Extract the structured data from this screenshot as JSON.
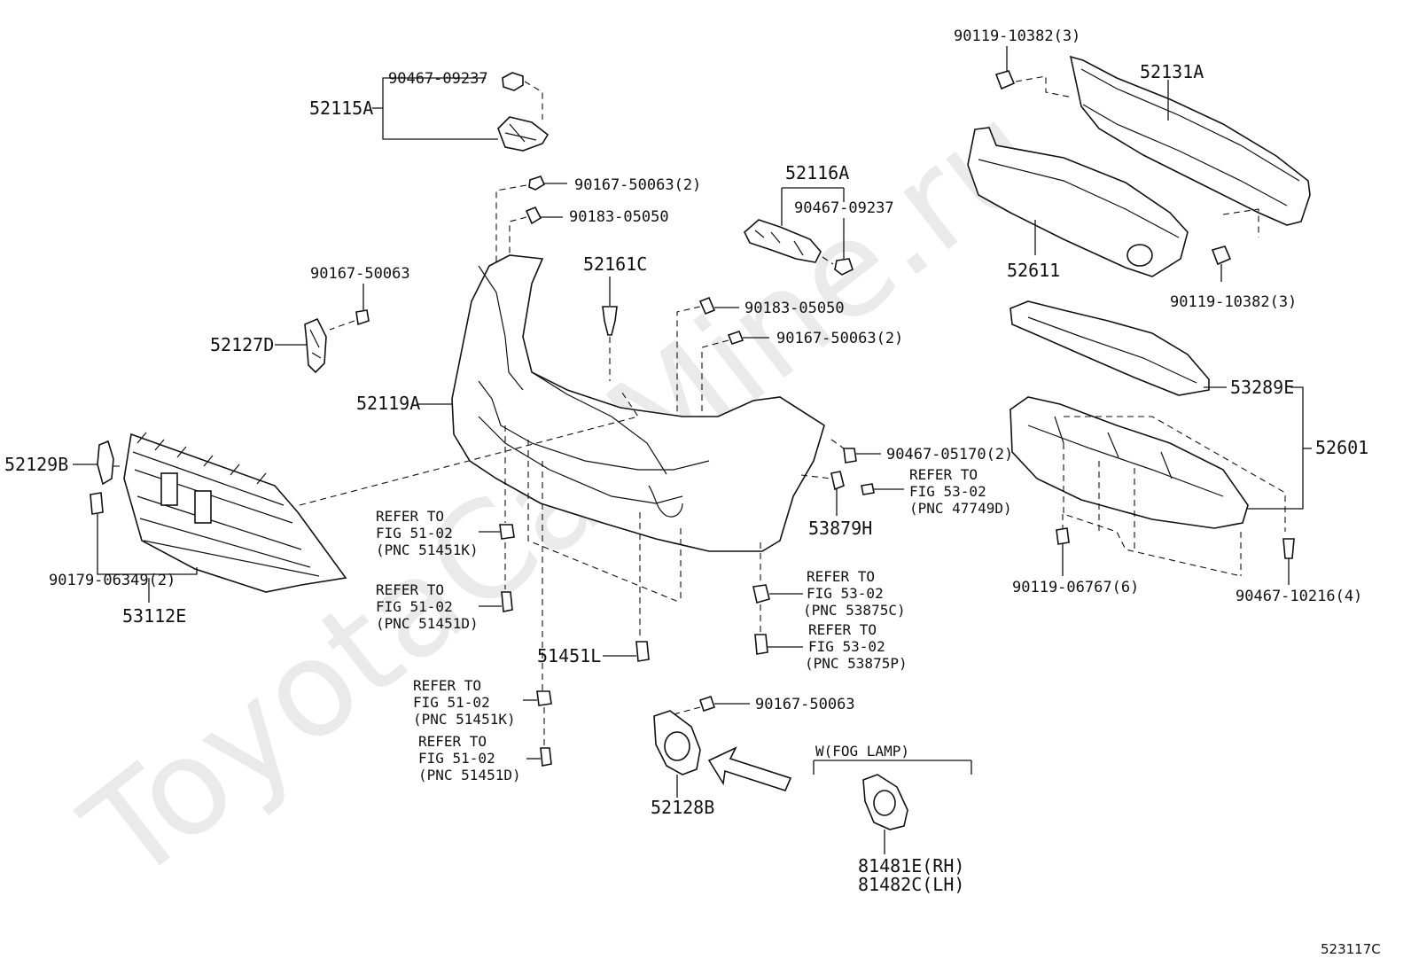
{
  "watermark": "ToyotaCarMine.ru",
  "figure_code": "523117C",
  "labels": {
    "p52115A": "52115A",
    "p90467_09237_a": "90467-09237",
    "p90167_50063_2_a": "90167-50063(2)",
    "p90183_05050_a": "90183-05050",
    "p90167_50063_a": "90167-50063",
    "p52127D": "52127D",
    "p52161C": "52161C",
    "p52116A": "52116A",
    "p90467_09237_b": "90467-09237",
    "p90183_05050_b": "90183-05050",
    "p90167_50063_2_b": "90167-50063(2)",
    "p52119A": "52119A",
    "p52129B": "52129B",
    "p90179_06349": "90179-06349(2)",
    "p53112E": "53112E",
    "p90119_10382_top": "90119-10382(3)",
    "p52131A": "52131A",
    "p52611": "52611",
    "p90119_10382_bot": "90119-10382(3)",
    "p53289E": "53289E",
    "p52601": "52601",
    "p90467_05170": "90467-05170(2)",
    "p53879H": "53879H",
    "p90119_06767": "90119-06767(6)",
    "p90467_10216": "90467-10216(4)",
    "p51451L": "51451L",
    "p90167_50063_c": "90167-50063",
    "p52128B": "52128B",
    "fog_header": "W(FOG LAMP)",
    "p81481E": "81481E(RH)",
    "p81482C": "81482C(LH)"
  },
  "refer_notes": {
    "r47749D": [
      "REFER TO",
      "FIG 53-02",
      "(PNC 47749D)"
    ],
    "r51451K_a": [
      "REFER TO",
      "FIG 51-02",
      "(PNC 51451K)"
    ],
    "r51451D_a": [
      "REFER TO",
      "FIG 51-02",
      "(PNC 51451D)"
    ],
    "r51451K_b": [
      "REFER TO",
      "FIG 51-02",
      "(PNC 51451K)"
    ],
    "r51451D_b": [
      "REFER TO",
      "FIG 51-02",
      "(PNC 51451D)"
    ],
    "r53875C": [
      "REFER TO",
      "FIG 53-02",
      "(PNC 53875C)"
    ],
    "r53875P": [
      "REFER TO",
      "FIG 53-02",
      "(PNC 53875P)"
    ]
  }
}
